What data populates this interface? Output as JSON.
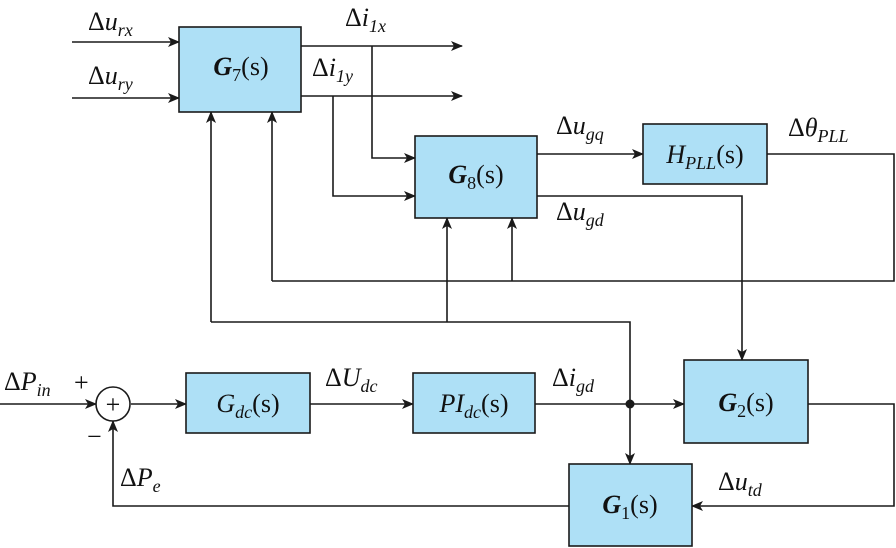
{
  "blocks": {
    "g7": {
      "sym": "G",
      "sub": "7",
      "arg": "(s)"
    },
    "g8": {
      "sym": "G",
      "sub": "8",
      "arg": "(s)"
    },
    "hpll": {
      "sym": "H",
      "sub": "PLL",
      "arg": "(s)"
    },
    "gdc": {
      "sym": "G",
      "sub": "dc",
      "arg": "(s)"
    },
    "pidc": {
      "sym": "PI",
      "sub": "dc",
      "arg": "(s)"
    },
    "g2": {
      "sym": "G",
      "sub": "2",
      "arg": "(s)"
    },
    "g1": {
      "sym": "G",
      "sub": "1",
      "arg": "(s)"
    }
  },
  "signals": {
    "urx": {
      "delta": "Δ",
      "sym": "u",
      "sub": "rx"
    },
    "ury": {
      "delta": "Δ",
      "sym": "u",
      "sub": "ry"
    },
    "i1x": {
      "delta": "Δ",
      "sym": "i",
      "sub": "1x"
    },
    "i1y": {
      "delta": "Δ",
      "sym": "i",
      "sub": "1y"
    },
    "ugq": {
      "delta": "Δ",
      "sym": "u",
      "sub": "gq"
    },
    "ugd": {
      "delta": "Δ",
      "sym": "u",
      "sub": "gd"
    },
    "theta_pll": {
      "delta": "Δ",
      "sym": "θ",
      "sub": "PLL"
    },
    "pin": {
      "delta": "Δ",
      "sym": "P",
      "sub": "in"
    },
    "udc": {
      "delta": "Δ",
      "sym": "U",
      "sub": "dc"
    },
    "igd": {
      "delta": "Δ",
      "sym": "i",
      "sub": "gd"
    },
    "pe": {
      "delta": "Δ",
      "sym": "P",
      "sub": "e"
    },
    "utd": {
      "delta": "Δ",
      "sym": "u",
      "sub": "td"
    }
  },
  "summing_junction": {
    "symbol": "+",
    "plus_sign": "+",
    "minus_sign": "−"
  }
}
